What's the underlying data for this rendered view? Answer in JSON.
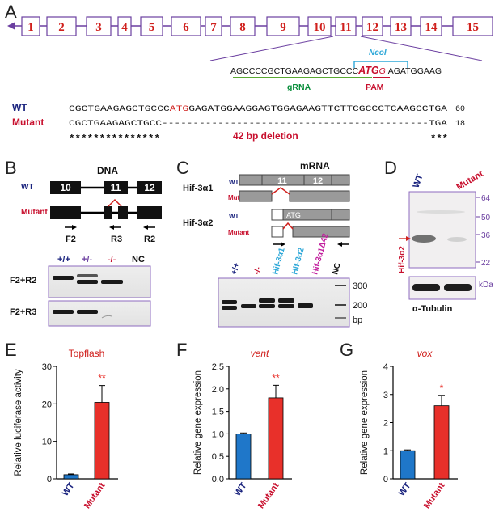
{
  "panels": {
    "A": {
      "letter": "A",
      "exons": [
        "1",
        "2",
        "3",
        "4",
        "5",
        "6",
        "7",
        "8",
        "9",
        "10",
        "11",
        "12",
        "13",
        "14",
        "15"
      ],
      "seq_prefix": "AGCCCCGCTGAAGAGCTGCCC",
      "seq_atg": "ATG",
      "seq_g": "G",
      "seq_suffix": "AGATGGAAG",
      "ncoi": "NcoI",
      "grna": "gRNA",
      "pam": "PAM",
      "wt_label": "WT",
      "mutant_label": "Mutant",
      "wt_seq_1": "CGCTGAAGAGCTGCCC",
      "wt_seq_atg": "ATG",
      "wt_seq_2": "GAGATGGAAGGAGTGGAGAAGTTCTTCGCCCTCAAGCCTGA",
      "wt_num": "60",
      "mut_seq_1": "CGCTGAAGAGCTGCC",
      "mut_dashes": "-------------------------------------------",
      "mut_seq_2": "TGA",
      "mut_num": "18",
      "stars_left": "***************",
      "stars_right": "***",
      "deletion": "42 bp deletion"
    },
    "B": {
      "letter": "B",
      "title": "DNA",
      "wt": "WT",
      "mutant": "Mutant",
      "exons": [
        "10",
        "11",
        "12"
      ],
      "primers": [
        "F2",
        "R3",
        "R2"
      ],
      "lanes": [
        "+/+",
        "+/-",
        "-/-",
        "NC"
      ],
      "gel1_label": "F2+R2",
      "gel2_label": "F2+R3"
    },
    "C": {
      "letter": "C",
      "title": "mRNA",
      "isoform1": "Hif-3α1",
      "isoform2": "Hif-3α2",
      "wt": "WT",
      "mutant": "Mutant",
      "exons": [
        "11",
        "12"
      ],
      "atg": "ATG",
      "lanes": [
        "+/+",
        "-/-",
        "Hif-3α1",
        "Hif-3α2",
        "Hif-3α1Δ42",
        "NC"
      ],
      "markers": [
        "300",
        "200",
        "bp"
      ]
    },
    "D": {
      "letter": "D",
      "wt": "WT",
      "mutant": "Mutant",
      "markers": [
        "64",
        "50",
        "36",
        "22"
      ],
      "band_label": "Hif-3α2",
      "tubulin": "α-Tubulin",
      "kda": "kDa"
    },
    "E": {
      "letter": "E"
    },
    "F": {
      "letter": "F"
    },
    "G": {
      "letter": "G"
    }
  },
  "chart_data": [
    {
      "type": "bar",
      "title": "Topflash",
      "ylabel": "Relative luciferase activity",
      "categories": [
        "WT",
        "Mutant"
      ],
      "values": [
        1.1,
        20.4
      ],
      "errors": [
        0.2,
        4.5
      ],
      "ylim": [
        0,
        30
      ],
      "yticks": [
        "0",
        "10",
        "20",
        "30"
      ],
      "significance": "**",
      "colors": [
        "#1f77c9",
        "#e8302a"
      ]
    },
    {
      "type": "bar",
      "title": "vent",
      "ylabel": "Relative gene expression",
      "categories": [
        "WT",
        "Mutant"
      ],
      "values": [
        1.0,
        1.8
      ],
      "errors": [
        0.02,
        0.28
      ],
      "ylim": [
        0,
        2.5
      ],
      "yticks": [
        "0.0",
        "0.5",
        "1.0",
        "1.5",
        "2.0",
        "2.5"
      ],
      "significance": "**",
      "colors": [
        "#1f77c9",
        "#e8302a"
      ]
    },
    {
      "type": "bar",
      "title": "vox",
      "ylabel": "Relative gene expression",
      "categories": [
        "WT",
        "Mutant"
      ],
      "values": [
        1.0,
        2.6
      ],
      "errors": [
        0.03,
        0.37
      ],
      "ylim": [
        0,
        4
      ],
      "yticks": [
        "0",
        "1",
        "2",
        "3",
        "4"
      ],
      "significance": "*",
      "colors": [
        "#1f77c9",
        "#e8302a"
      ]
    }
  ]
}
